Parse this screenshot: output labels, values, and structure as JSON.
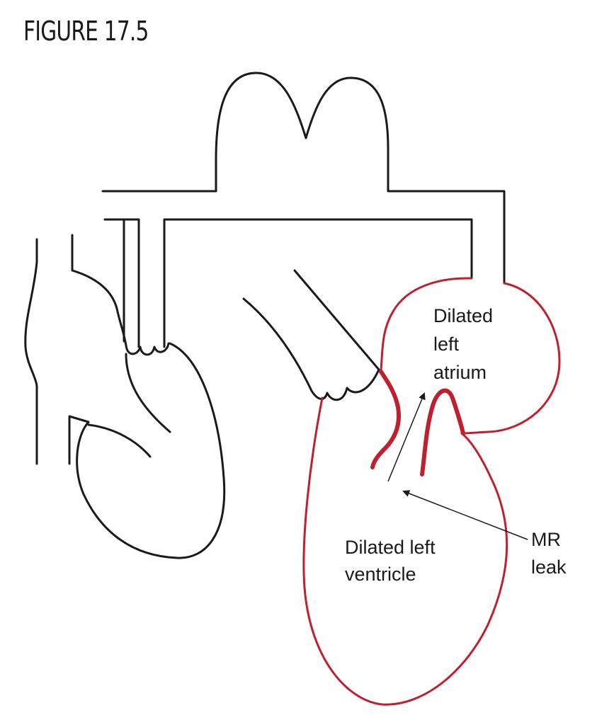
{
  "figure": {
    "title": "FIGURE 17.5"
  },
  "colors": {
    "outline": "#1a1a1a",
    "dilated": "#c0202e",
    "label": "#1a1a1a"
  },
  "labels": {
    "atrium": [
      "Dilated",
      "left",
      "atrium"
    ],
    "ventricle": [
      "Dilated left",
      "ventricle"
    ],
    "mr_leak": [
      "MR",
      "leak"
    ]
  }
}
